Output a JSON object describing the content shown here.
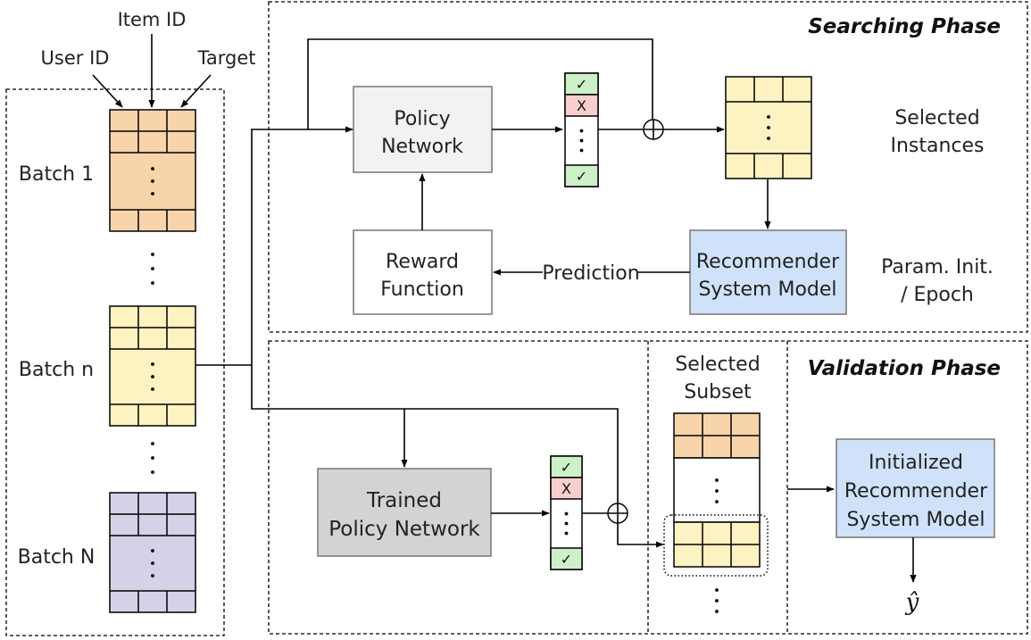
{
  "header_labels": {
    "user_id": "User ID",
    "item_id": "Item ID",
    "target": "Target"
  },
  "batches": [
    {
      "label": "Batch 1",
      "color": "#f8d4ab"
    },
    {
      "label": "Batch n",
      "color": "#fdf2c2"
    },
    {
      "label": "Batch N",
      "color": "#d3d2e8"
    }
  ],
  "searching_phase": {
    "title": "Searching Phase",
    "policy_network": "Policy\nNetwork",
    "reward_function": "Reward\nFunction",
    "prediction_label": "Prediction",
    "recommender_model": "Recommender\nSystem Model",
    "selected_instances": "Selected\nInstances",
    "param_init": "Param. Init.\n/ Epoch"
  },
  "validation_phase": {
    "title": "Validation Phase",
    "trained_policy_network": "Trained\nPolicy Network",
    "selected_subset": "Selected\nSubset",
    "initialized_model": "Initialized\nRecommender\nSystem Model",
    "output_symbol": "ŷ"
  },
  "mask_symbols": {
    "check": "✓",
    "cross": "X",
    "dot": "·"
  },
  "colors": {
    "check_fill": "#cdf0c8",
    "cross_fill": "#f8cece",
    "policy_fill": "#f2f2f2",
    "trained_policy_fill": "#d3d3d3",
    "model_fill": "#cfe2f9",
    "selected_fill": "#fdf2c2",
    "subset_top_fill": "#f8d4ab"
  }
}
